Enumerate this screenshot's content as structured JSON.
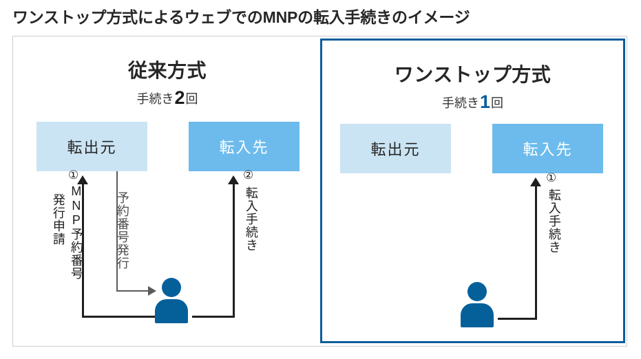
{
  "page": {
    "title": "ワンストップ方式によるウェブでのMNPの転入手続きのイメージ"
  },
  "colors": {
    "accent_blue": "#0a5d9c",
    "box_from": "#cbe4f4",
    "box_to": "#6cbbec",
    "person": "#05609a",
    "frame_border": "#cccccc",
    "arrow_black": "#1f1f1f",
    "arrow_gray": "#5a5a5a"
  },
  "panels": [
    {
      "id": "legacy",
      "title": "従来方式",
      "subtitle_prefix": "手続き",
      "subtitle_count": "2",
      "subtitle_suffix": "回",
      "highlighted": false,
      "box_from": "転出元",
      "box_to": "転入先",
      "person_icon": "user-icon",
      "steps": [
        {
          "number": "①",
          "label_line1": "MNP予約番号",
          "label_line2": "発行申請",
          "color": "black"
        },
        {
          "number": "",
          "label_line1": "予約番号発行",
          "label_line2": "",
          "color": "gray"
        },
        {
          "number": "②",
          "label_line1": "転入手続き",
          "label_line2": "",
          "color": "black"
        }
      ]
    },
    {
      "id": "onestop",
      "title": "ワンストップ方式",
      "subtitle_prefix": "手続き",
      "subtitle_count": "1",
      "subtitle_suffix": "回",
      "highlighted": true,
      "box_from": "転出元",
      "box_to": "転入先",
      "person_icon": "user-icon",
      "steps": [
        {
          "number": "①",
          "label_line1": "転入手続き",
          "label_line2": "",
          "color": "black"
        }
      ]
    }
  ]
}
